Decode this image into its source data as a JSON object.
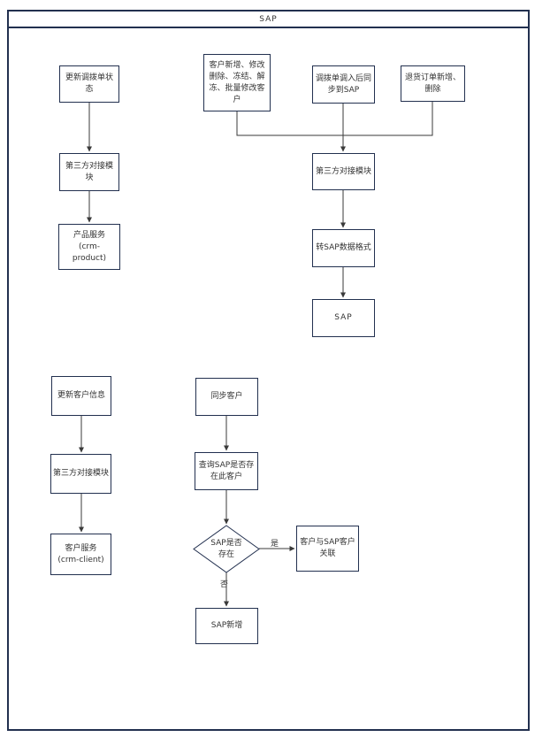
{
  "title": "SAP",
  "colors": {
    "frame_border": "#22304f",
    "box_border": "#22304f",
    "connector": "#3a3a3a",
    "text": "#333333"
  },
  "nodes": {
    "update_transfer_status": "更新调拨单状态",
    "third_party_module_a": "第三方对接模块",
    "product_service": "产品服务\n(crm-\nproduct)",
    "customer_operations": "客户新增、修改\n删除、冻结、解\n冻、批量修改客\n户",
    "transfer_sync_sap": "调拨单调入后同\n步到SAP",
    "return_order_operations": "退货订单新增、\n删除",
    "third_party_module_b": "第三方对接模块",
    "convert_sap_format": "转SAP数据格式",
    "sap": "SAP",
    "update_customer_info": "更新客户信息",
    "third_party_module_c": "第三方对接模块",
    "client_service": "客户服务\n(crm-client)",
    "sync_customer": "同步客户",
    "query_sap_customer": "查询SAP是否存\n在此客户",
    "sap_exists_decision": "SAP是否\n存在",
    "link_customer_sap": "客户与SAP客户\n关联",
    "sap_create": "SAP新增"
  },
  "edge_labels": {
    "yes": "是",
    "no": "否"
  }
}
